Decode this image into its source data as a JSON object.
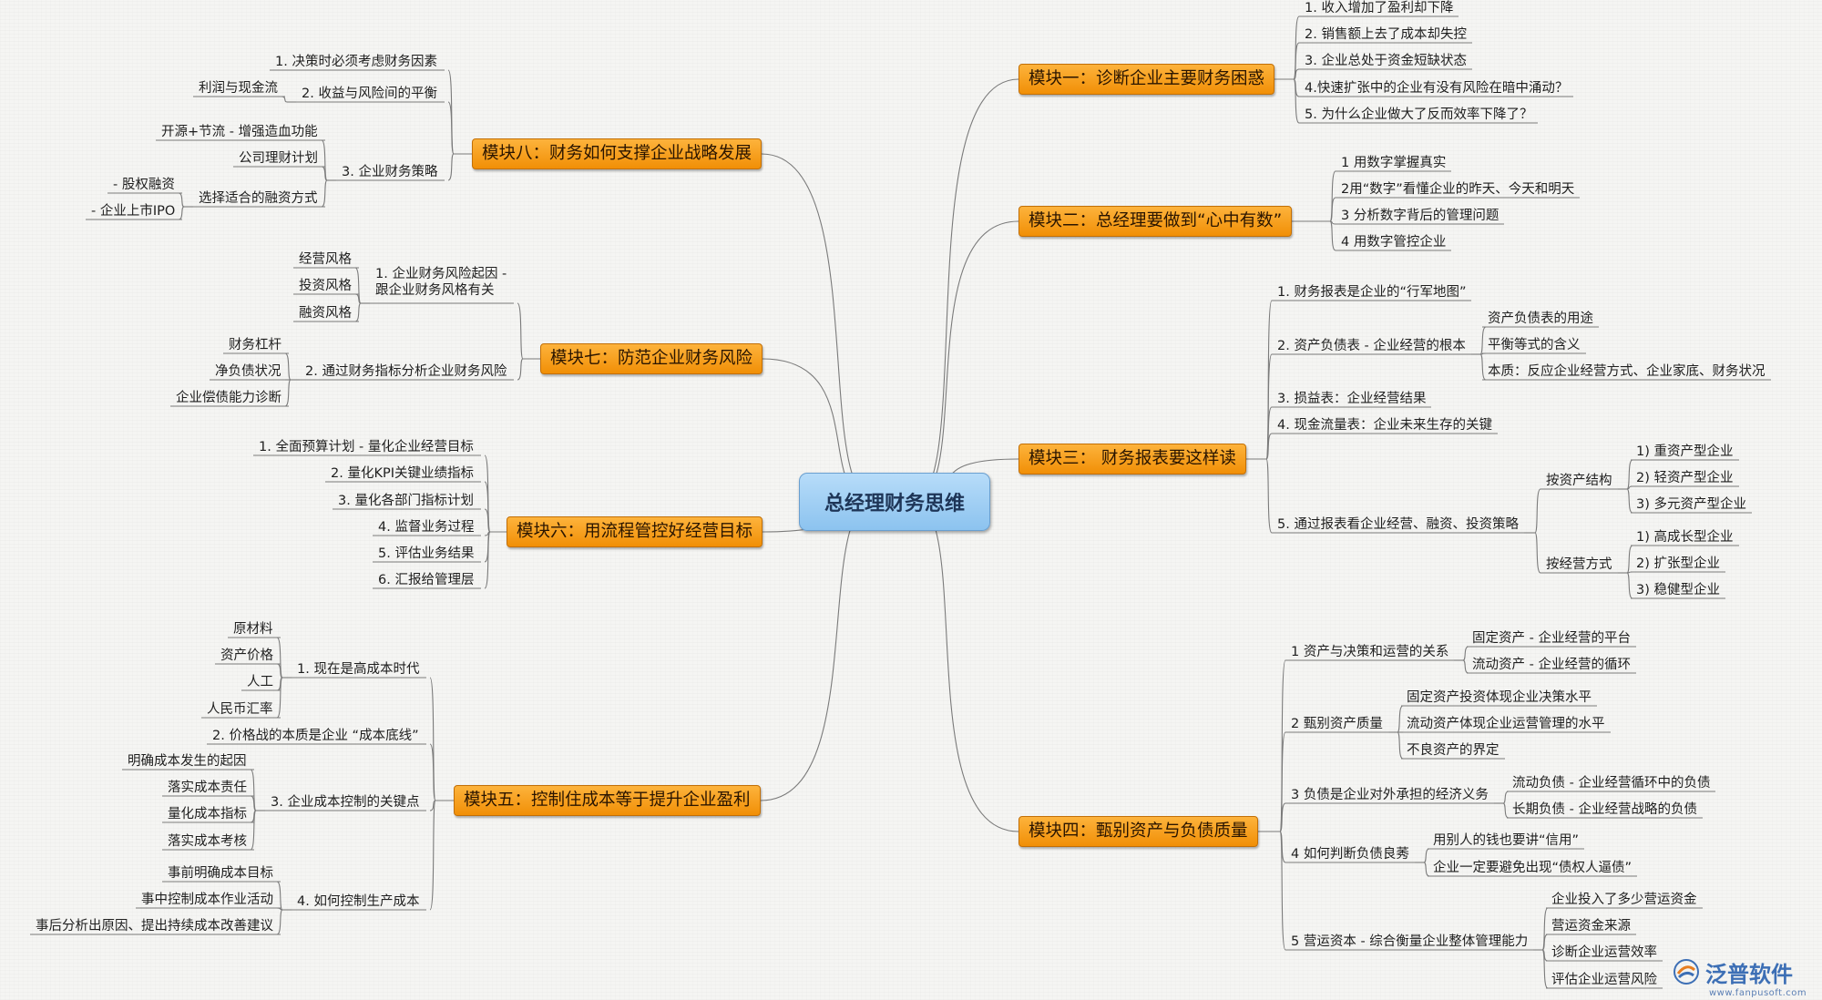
{
  "root": "总经理财务思维",
  "modules": {
    "m1": "模块一：诊断企业主要财务困惑",
    "m2": "模块二：总经理要做到“心中有数”",
    "m3": "模块三： 财务报表要这样读",
    "m4": "模块四：甄别资产与负债质量",
    "m5": "模块五：控制住成本等于提升企业盈利",
    "m6": "模块六：用流程管控好经营目标",
    "m7": "模块七：防范企业财务风险",
    "m8": "模块八：财务如何支撑企业战略发展"
  },
  "m1": [
    "1. 收入增加了盈利却下降",
    "2. 销售额上去了成本却失控",
    "3. 企业总处于资金短缺状态",
    "4.快速扩张中的企业有没有风险在暗中涌动？",
    "5. 为什么企业做大了反而效率下降了？"
  ],
  "m2": [
    "1 用数字掌握真实",
    "2用“数字”看懂企业的昨天、今天和明天",
    "3 分析数字背后的管理问题",
    "4 用数字管控企业"
  ],
  "m3": {
    "items": [
      "1. 财务报表是企业的“行军地图”",
      "2. 资产负债表 - 企业经营的根本",
      "3. 损益表：企业经营结果",
      "4. 现金流量表：企业未来生存的关键",
      "5. 通过报表看企业经营、融资、投资策略"
    ],
    "bs": [
      "资产负债表的用途",
      "平衡等式的含义",
      "本质：反应企业经营方式、企业家底、财务状况"
    ],
    "strat_groups": [
      "按资产结构",
      "按经营方式"
    ],
    "asset": [
      "1) 重资产型企业",
      "2) 轻资产型企业",
      "3) 多元资产型企业"
    ],
    "oper": [
      "1) 高成长型企业",
      "2) 扩张型企业",
      "3) 稳健型企业"
    ]
  },
  "m4": {
    "items": [
      "1 资产与决策和运营的关系",
      "2 甄别资产质量",
      "3 负债是企业对外承担的经济义务",
      "4 如何判断负债良莠",
      "5 营运资本 - 综合衡量企业整体管理能力"
    ],
    "s1": [
      "固定资产 - 企业经营的平台",
      "流动资产 - 企业经营的循环"
    ],
    "s2": [
      "固定资产投资体现企业决策水平",
      "流动资产体现企业运营管理的水平",
      "不良资产的界定"
    ],
    "s3": [
      "流动负债 - 企业经营循环中的负债",
      "长期负债 - 企业经营战略的负债"
    ],
    "s4": [
      "用别人的钱也要讲“信用”",
      "企业一定要避免出现“债权人逼债”"
    ],
    "s5": [
      "企业投入了多少营运资金",
      "营运资金来源",
      "诊断企业运营效率",
      "评估企业运营风险"
    ]
  },
  "m5": {
    "items": [
      "1. 现在是高成本时代",
      "2. 价格战的本质是企业 “成本底线”",
      "3. 企业成本控制的关键点",
      "4. 如何控制生产成本"
    ],
    "s1": [
      "原材料",
      "资产价格",
      "人工",
      "人民币汇率"
    ],
    "s3": [
      "明确成本发生的起因",
      "落实成本责任",
      "量化成本指标",
      "落实成本考核"
    ],
    "s4": [
      "事前明确成本目标",
      "事中控制成本作业活动",
      "事后分析出原因、提出持续成本改善建议"
    ]
  },
  "m6": [
    "1. 全面预算计划 - 量化企业经营目标",
    "2. 量化KPI关键业绩指标",
    "3. 量化各部门指标计划",
    "4. 监督业务过程",
    "5. 评估业务结果",
    "6. 汇报给管理层"
  ],
  "m7": {
    "items": [
      "1. 企业财务风险起因 - 跟企业财务风格有关",
      "2. 通过财务指标分析企业财务风险"
    ],
    "item1_line1": "1. 企业财务风险起因 -",
    "item1_line2": "跟企业财务风格有关",
    "s1": [
      "经营风格",
      "投资风格",
      "融资风格"
    ],
    "s2": [
      "财务杠杆",
      "净负债状况",
      "企业偿债能力诊断"
    ]
  },
  "m8": {
    "items": [
      "1. 决策时必须考虑财务因素",
      "2. 收益与风险间的平衡",
      "3. 企业财务策略"
    ],
    "s2": [
      "利润与现金流"
    ],
    "s3": [
      "开源+节流 - 增强造血功能",
      "公司理财计划",
      "选择适合的融资方式"
    ],
    "s3c": [
      "- 股权融资",
      "- 企业上市IPO"
    ]
  },
  "watermark": {
    "brand": "泛普软件",
    "url": "www.fanpusoft.com"
  },
  "colors": {
    "root_fill": "#a7d3f6",
    "module_fill": "#f7a11c",
    "line": "#7a7a7a"
  }
}
